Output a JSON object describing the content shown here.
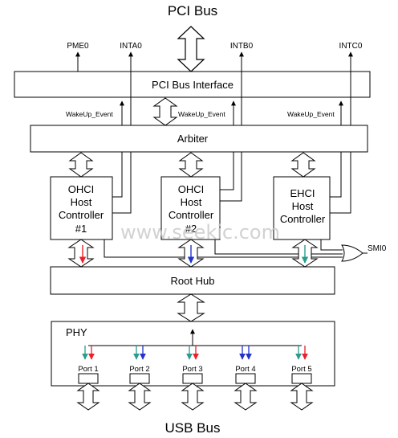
{
  "title_top": "PCI Bus",
  "title_bottom": "USB Bus",
  "signals": {
    "pme": "PME0",
    "inta": "INTA0",
    "intb": "INTB0",
    "intc": "INTC0"
  },
  "blocks": {
    "pci_interface": "PCI Bus Interface",
    "arbiter": "Arbiter",
    "root_hub": "Root Hub",
    "phy": "PHY"
  },
  "wakeup": [
    "WakeUp_Event",
    "WakeUp_Event",
    "WakeUp_Event"
  ],
  "controllers": [
    {
      "lines": [
        "OHCI",
        "Host",
        "Controller",
        "#1"
      ]
    },
    {
      "lines": [
        "OHCI",
        "Host",
        "Controller",
        "#2"
      ]
    },
    {
      "lines": [
        "EHCI",
        "Host",
        "Controller"
      ]
    }
  ],
  "smi": "SMI0",
  "ports": [
    "Port 1",
    "Port 2",
    "Port 3",
    "Port 4",
    "Port 5"
  ],
  "watermark": "www.seekic.com",
  "colors": {
    "red": "#e8212b",
    "blue": "#2233c8",
    "teal": "#2a9c8e",
    "line": "#000000"
  }
}
